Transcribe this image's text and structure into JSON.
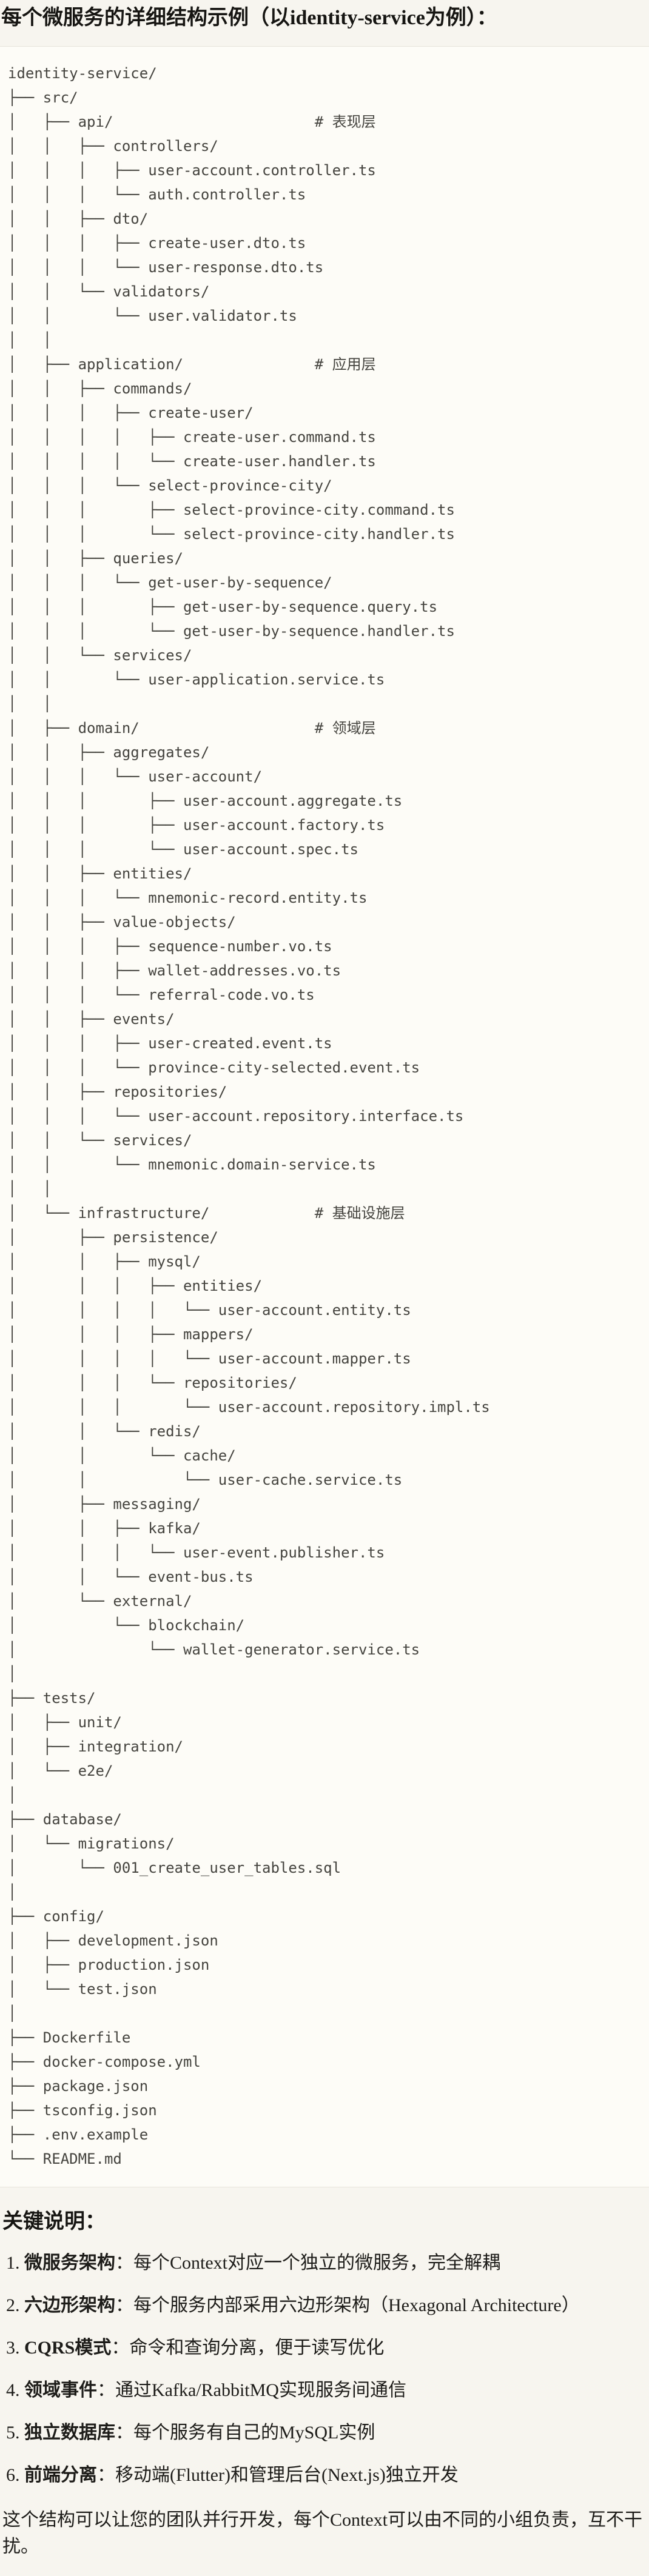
{
  "page": {
    "title": "每个微服务的详细结构示例（以identity-service为例）：",
    "colors": {
      "page_bg": "#f7f5ef",
      "code_bg": "#fdfcf7",
      "divider": "#e7e4db",
      "tree_text": "#45443f",
      "body_text": "#1d1c19"
    },
    "tree_lines": [
      "identity-service/",
      "├── src/",
      "│   ├── api/                       # 表现层",
      "│   │   ├── controllers/",
      "│   │   │   ├── user-account.controller.ts",
      "│   │   │   └── auth.controller.ts",
      "│   │   ├── dto/",
      "│   │   │   ├── create-user.dto.ts",
      "│   │   │   └── user-response.dto.ts",
      "│   │   └── validators/",
      "│   │       └── user.validator.ts",
      "│   │",
      "│   ├── application/               # 应用层",
      "│   │   ├── commands/",
      "│   │   │   ├── create-user/",
      "│   │   │   │   ├── create-user.command.ts",
      "│   │   │   │   └── create-user.handler.ts",
      "│   │   │   └── select-province-city/",
      "│   │   │       ├── select-province-city.command.ts",
      "│   │   │       └── select-province-city.handler.ts",
      "│   │   ├── queries/",
      "│   │   │   └── get-user-by-sequence/",
      "│   │   │       ├── get-user-by-sequence.query.ts",
      "│   │   │       └── get-user-by-sequence.handler.ts",
      "│   │   └── services/",
      "│   │       └── user-application.service.ts",
      "│   │",
      "│   ├── domain/                    # 领域层",
      "│   │   ├── aggregates/",
      "│   │   │   └── user-account/",
      "│   │   │       ├── user-account.aggregate.ts",
      "│   │   │       ├── user-account.factory.ts",
      "│   │   │       └── user-account.spec.ts",
      "│   │   ├── entities/",
      "│   │   │   └── mnemonic-record.entity.ts",
      "│   │   ├── value-objects/",
      "│   │   │   ├── sequence-number.vo.ts",
      "│   │   │   ├── wallet-addresses.vo.ts",
      "│   │   │   └── referral-code.vo.ts",
      "│   │   ├── events/",
      "│   │   │   ├── user-created.event.ts",
      "│   │   │   └── province-city-selected.event.ts",
      "│   │   ├── repositories/",
      "│   │   │   └── user-account.repository.interface.ts",
      "│   │   └── services/",
      "│   │       └── mnemonic.domain-service.ts",
      "│   │",
      "│   └── infrastructure/            # 基础设施层",
      "│       ├── persistence/",
      "│       │   ├── mysql/",
      "│       │   │   ├── entities/",
      "│       │   │   │   └── user-account.entity.ts",
      "│       │   │   ├── mappers/",
      "│       │   │   │   └── user-account.mapper.ts",
      "│       │   │   └── repositories/",
      "│       │   │       └── user-account.repository.impl.ts",
      "│       │   └── redis/",
      "│       │       └── cache/",
      "│       │           └── user-cache.service.ts",
      "│       ├── messaging/",
      "│       │   ├── kafka/",
      "│       │   │   └── user-event.publisher.ts",
      "│       │   └── event-bus.ts",
      "│       └── external/",
      "│           └── blockchain/",
      "│               └── wallet-generator.service.ts",
      "│",
      "├── tests/",
      "│   ├── unit/",
      "│   ├── integration/",
      "│   └── e2e/",
      "│",
      "├── database/",
      "│   └── migrations/",
      "│       └── 001_create_user_tables.sql",
      "│",
      "├── config/",
      "│   ├── development.json",
      "│   ├── production.json",
      "│   └── test.json",
      "│",
      "├── Dockerfile",
      "├── docker-compose.yml",
      "├── package.json",
      "├── tsconfig.json",
      "├── .env.example",
      "└── README.md"
    ],
    "notes": {
      "heading": "关键说明：",
      "items": [
        {
          "num": "1. ",
          "term": "微服务架构",
          "desc": "：每个Context对应一个独立的微服务，完全解耦"
        },
        {
          "num": "2. ",
          "term": "六边形架构",
          "desc": "：每个服务内部采用六边形架构（Hexagonal Architecture）"
        },
        {
          "num": "3. ",
          "term": "CQRS模式",
          "desc": "：命令和查询分离，便于读写优化"
        },
        {
          "num": "4. ",
          "term": "领域事件",
          "desc": "：通过Kafka/RabbitMQ实现服务间通信"
        },
        {
          "num": "5. ",
          "term": "独立数据库",
          "desc": "：每个服务有自己的MySQL实例"
        },
        {
          "num": "6. ",
          "term": "前端分离",
          "desc": "：移动端(Flutter)和管理后台(Next.js)独立开发"
        }
      ],
      "footer": "这个结构可以让您的团队并行开发，每个Context可以由不同的小组负责，互不干扰。"
    }
  }
}
